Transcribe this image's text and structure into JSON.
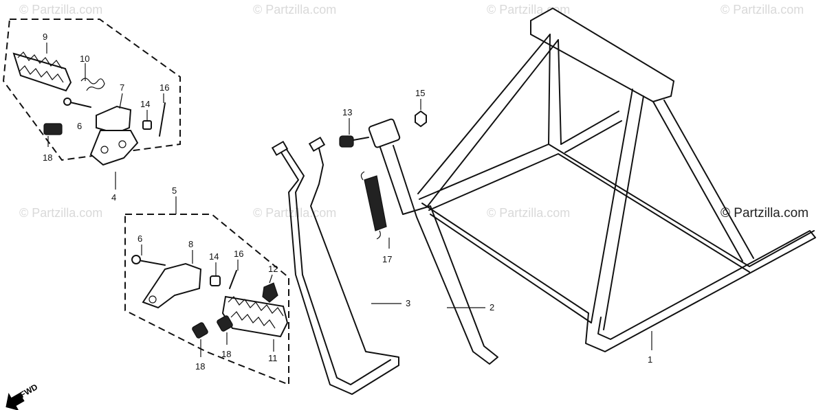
{
  "watermarks": [
    "© Partzilla.com",
    "© Partzilla.com",
    "© Partzilla.com",
    "© Partzilla.com",
    "© Partzilla.com",
    "© Partzilla.com",
    "© Partzilla.com"
  ],
  "watermark_main": "© Partzilla.com",
  "fwd_label": "FWD",
  "callouts": {
    "p1": "1",
    "p2": "2",
    "p3": "3",
    "p4": "4",
    "p5": "5",
    "p6a": "6",
    "p6b": "6",
    "p7": "7",
    "p8": "8",
    "p9": "9",
    "p10": "10",
    "p11": "11",
    "p12": "12",
    "p13": "13",
    "p14a": "14",
    "p14b": "14",
    "p15": "15",
    "p16a": "16",
    "p16b": "16",
    "p17": "17",
    "p18a": "18",
    "p18b": "18",
    "p18c": "18"
  }
}
